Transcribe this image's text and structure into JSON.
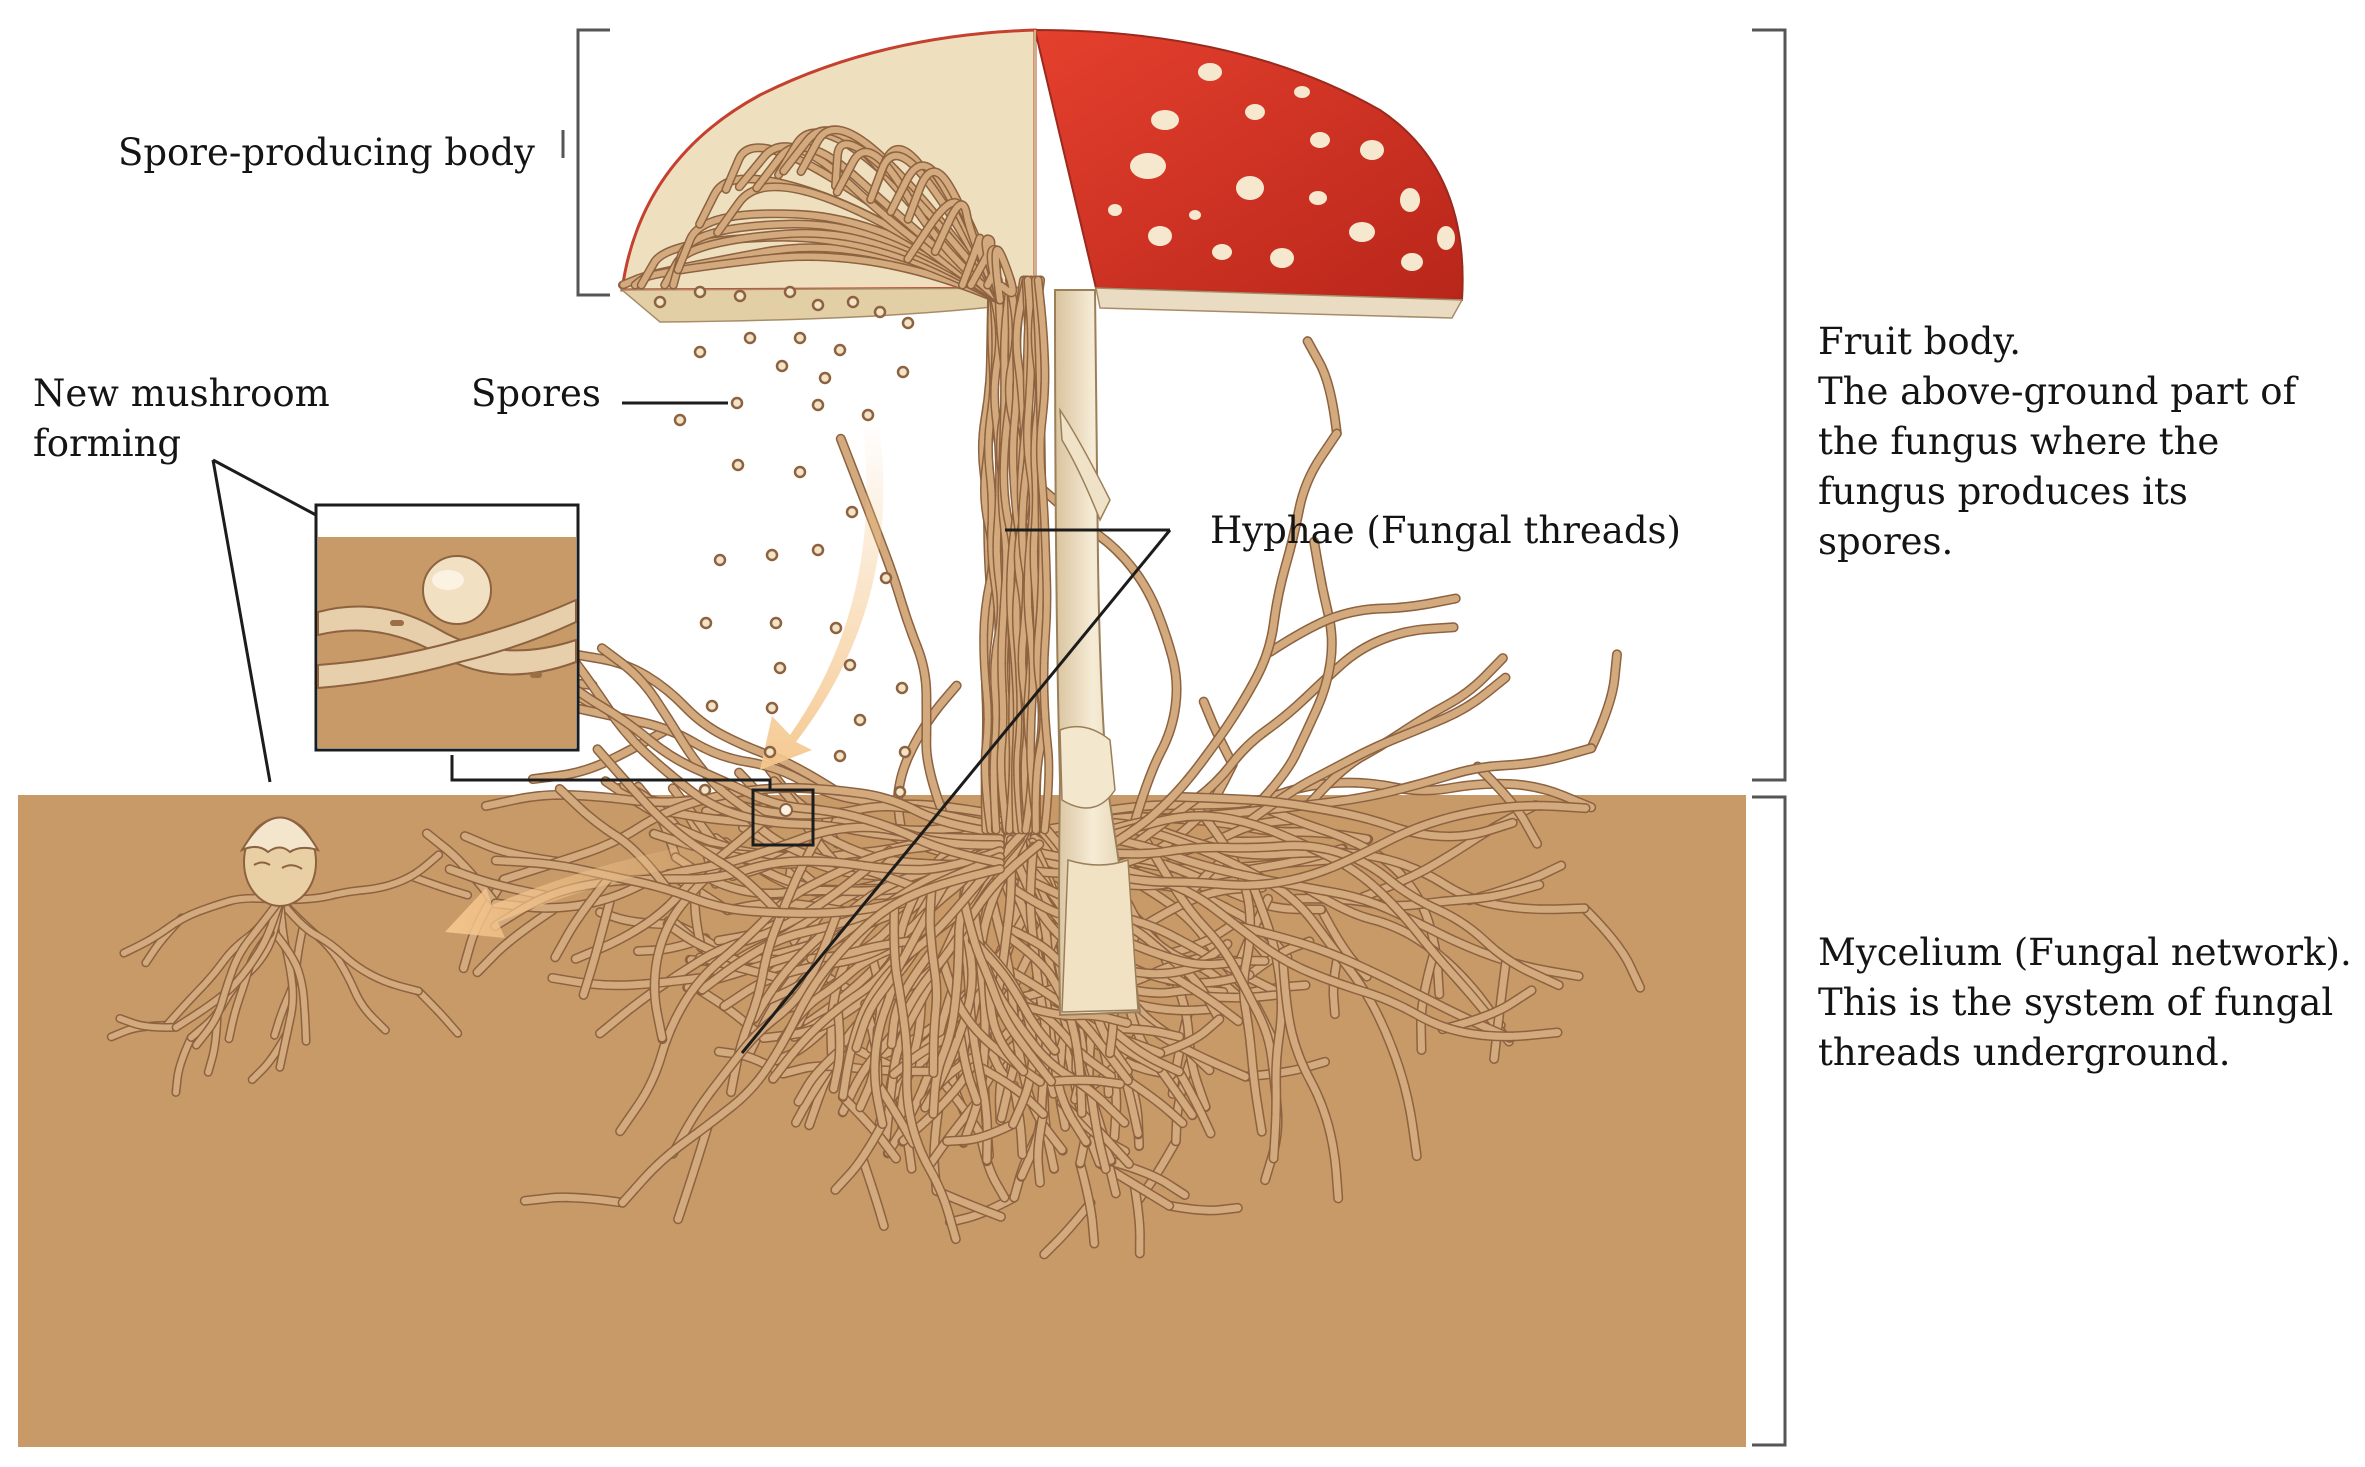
{
  "labels": {
    "spore_body": "Spore-producing body",
    "new_mushroom": [
      "New mushroom",
      "forming"
    ],
    "spores": "Spores",
    "hyphae": "Hyphae (Fungal threads)",
    "fruit_body": [
      "Fruit body.",
      "The above-ground part of",
      "the fungus where the",
      "fungus produces its",
      "spores."
    ],
    "mycelium": [
      "Mycelium (Fungal network).",
      "This is the system of fungal",
      "threads underground."
    ]
  },
  "colors": {
    "soil": "#c89a68",
    "hypha_fill": "#d3aa7d",
    "hypha_stroke": "#8d6240",
    "cap_red": "#d63324",
    "cap_spots": "#f6e8cf",
    "stem": "#f1e4c8",
    "cross_section": "#eedfbf",
    "arrow": "#f5c68c",
    "line": "#1c1c1c",
    "bracket": "#555555"
  }
}
